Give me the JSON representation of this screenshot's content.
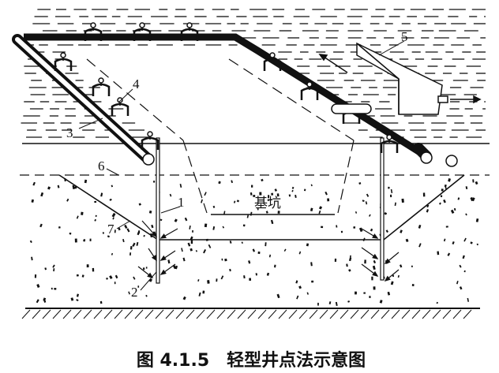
{
  "diagram": {
    "labels": {
      "n1": "1",
      "n2": "2",
      "n3": "3",
      "n4": "4",
      "n5": "5",
      "n6": "6",
      "n7": "7"
    },
    "pit_label": "基坑",
    "caption": "图 4.1.5　轻型井点法示意图",
    "colors": {
      "ink": "#111111",
      "background": "#ffffff"
    }
  }
}
